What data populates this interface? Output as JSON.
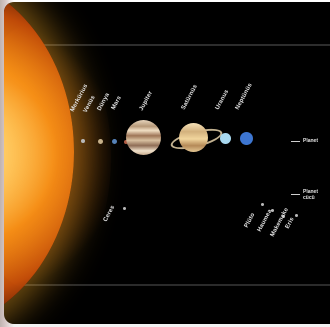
{
  "solar_system": {
    "planets": [
      {
        "name": "Merkürius"
      },
      {
        "name": "Venüs"
      },
      {
        "name": "Dünya"
      },
      {
        "name": "Mars"
      },
      {
        "name": "Jupiter"
      },
      {
        "name": "Satürnüs"
      },
      {
        "name": "Uranus"
      },
      {
        "name": "Neptünüs"
      }
    ],
    "dwarf_planets": [
      {
        "name": "Ceres"
      },
      {
        "name": "Plüto"
      },
      {
        "name": "Haumea"
      },
      {
        "name": "Makemake"
      },
      {
        "name": "Eris"
      }
    ],
    "legend": {
      "planet": "Planet",
      "dwarf": "Planet\ncücü"
    }
  }
}
